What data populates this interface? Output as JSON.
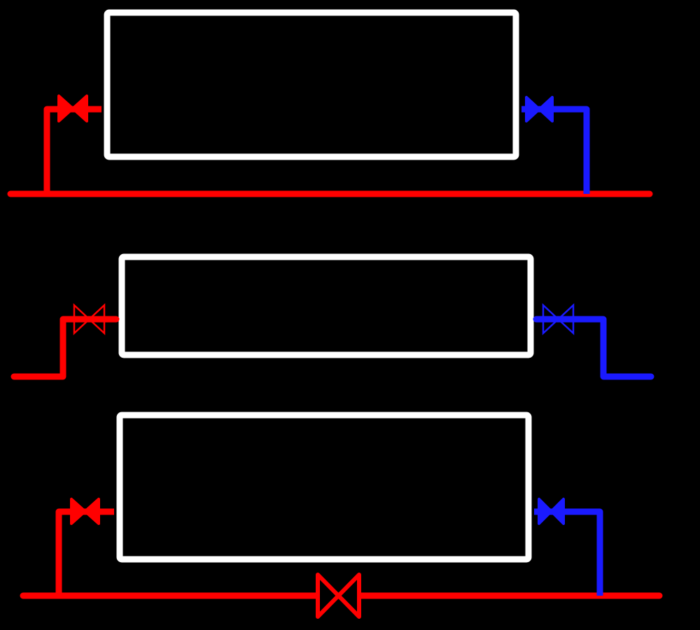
{
  "colors": {
    "background": "#000000",
    "radiator_outline": "#ffffff",
    "supply_pipe": "#ff0000",
    "return_pipe": "#1a1aff"
  },
  "schemes": [
    {
      "id": "scheme-1",
      "connection": "bypass-loop",
      "supply_valve": "filled",
      "return_valve": "filled",
      "bypass_valve": "none"
    },
    {
      "id": "scheme-2",
      "connection": "separate-supply-return",
      "supply_valve": "outline",
      "return_valve": "outline",
      "bypass_valve": "none"
    },
    {
      "id": "scheme-3",
      "connection": "bypass-loop",
      "supply_valve": "filled",
      "return_valve": "filled",
      "bypass_valve": "outline-large"
    }
  ]
}
